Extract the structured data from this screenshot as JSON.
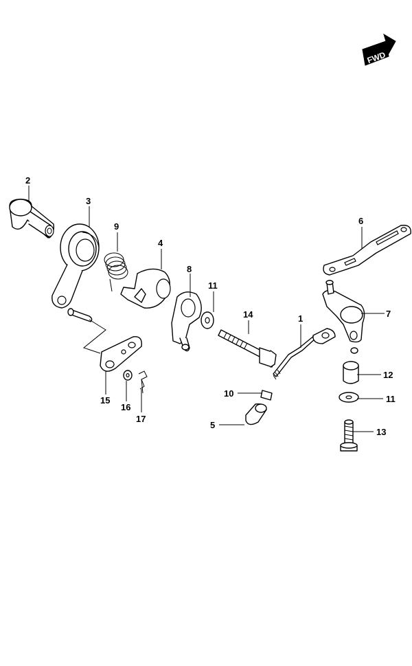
{
  "badge": {
    "label": "FWD"
  },
  "callouts": {
    "c1": "1",
    "c2": "2",
    "c3": "3",
    "c4": "4",
    "c5": "5",
    "c6": "6",
    "c7": "7",
    "c8": "8",
    "c9": "9",
    "c10": "10",
    "c11a": "11",
    "c11b": "11",
    "c12": "12",
    "c13": "13",
    "c14": "14",
    "c15": "15",
    "c16": "16",
    "c17": "17"
  },
  "icons": {
    "fwd": "forward-arrow-icon"
  }
}
